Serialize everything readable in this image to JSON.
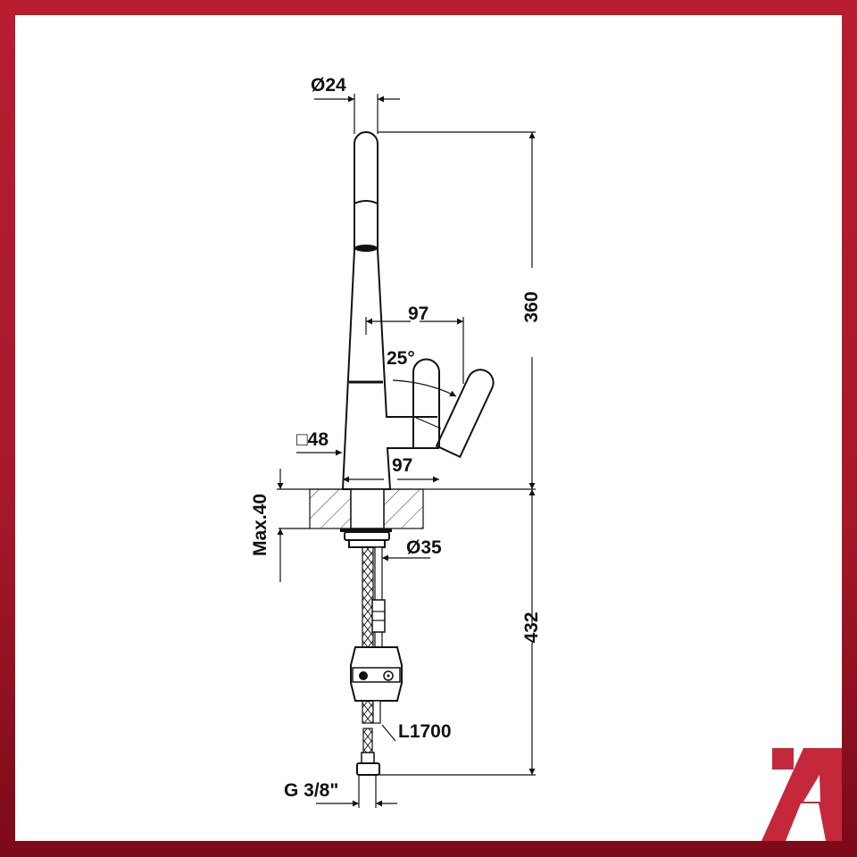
{
  "drawing": {
    "dimensions": {
      "spout_diameter": "Ø24",
      "height_above_counter": "360",
      "handle_reach_top": "97",
      "angle": "25°",
      "base_square": "□48",
      "handle_reach_bottom": "97",
      "max_counter_thickness": "Max.40",
      "shank_diameter": "Ø35",
      "height_below_counter": "432",
      "hose_length": "L1700",
      "connection_thread": "G 3/8\""
    }
  },
  "logo": {
    "text": "A",
    "color": "#c4283a"
  },
  "colors": {
    "border": "#b81d30",
    "line": "#111111"
  }
}
